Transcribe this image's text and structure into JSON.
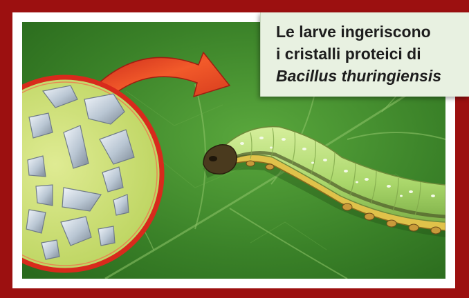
{
  "caption": {
    "line1": "Le larve ingeriscono",
    "line2": "i cristalli proteici di",
    "line3": "Bacillus thuringiensis"
  },
  "colors": {
    "frame": "#9c1010",
    "leaf": "#3f8a2c",
    "caption_bg": "#e8f1e1",
    "arrow": "#e8401c",
    "circle_fill": "#cfe07a",
    "caterpillar_body": "#b8dc7a"
  },
  "icons": [
    "curved-arrow-icon",
    "magnified-circle",
    "caterpillar"
  ]
}
